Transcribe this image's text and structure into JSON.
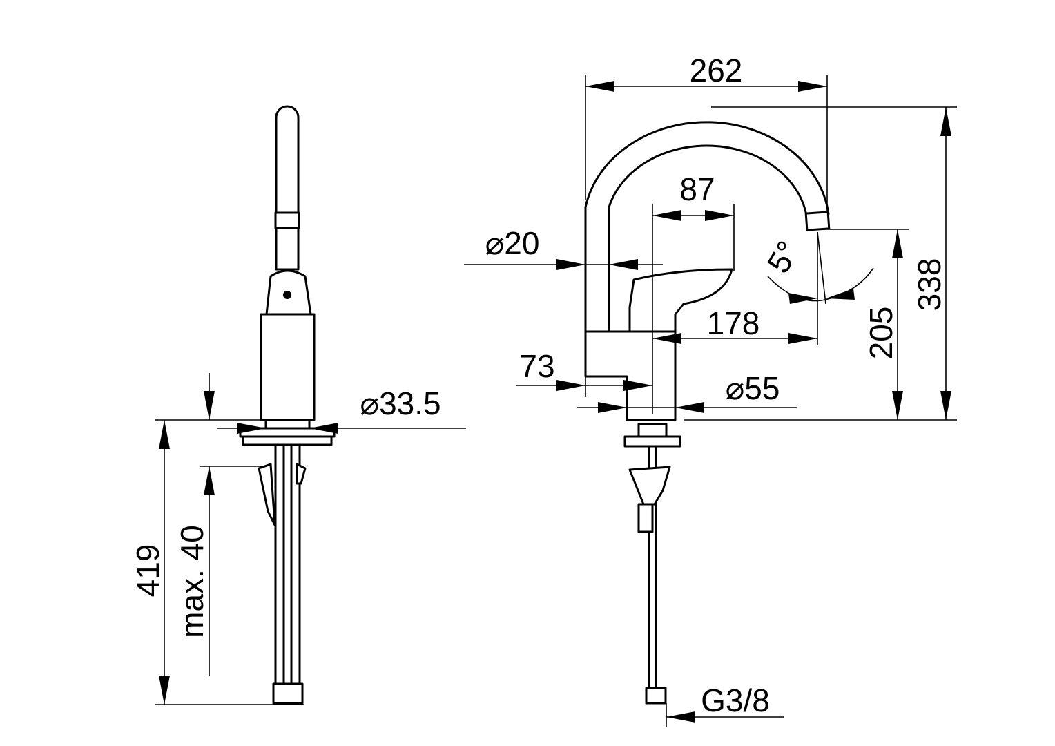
{
  "title": "Kitchen mixer tap dimension drawing",
  "dimensions": {
    "width_total": "262",
    "height_total": "338",
    "spout_height": "205",
    "lever_offset": "87",
    "spout_diameter": "⌀20",
    "spout_angle": "5°",
    "spout_reach": "178",
    "body_offset": "73",
    "body_diameter": "⌀55",
    "hole_diameter": "⌀33.5",
    "overall_length": "419",
    "max_thickness": "max. 40",
    "connection": "G3/8"
  }
}
